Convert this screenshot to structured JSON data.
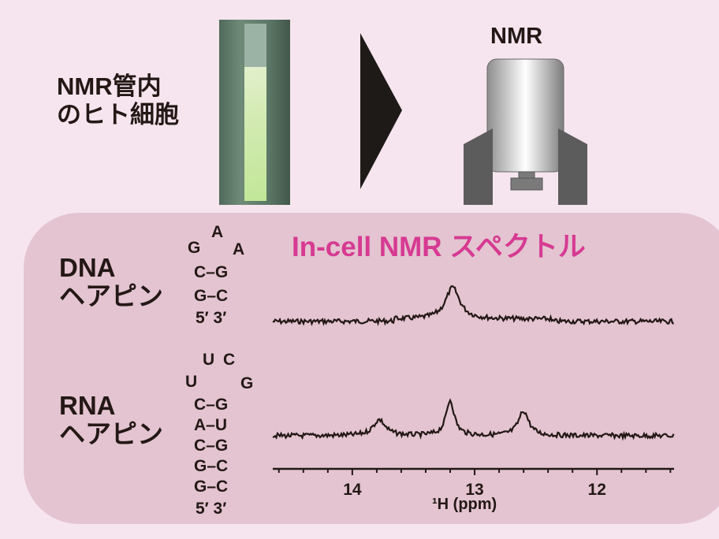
{
  "top": {
    "sample_label_line1": "NMR管内",
    "sample_label_line2": "のヒト細胞",
    "instrument_label": "NMR"
  },
  "panel": {
    "title": "In-cell NMR スペクトル",
    "dna_label_line1": "DNA",
    "dna_label_line2": "ヘアピン",
    "rna_label_line1": "RNA",
    "rna_label_line2": "ヘアピン",
    "dna_seq": {
      "loop_top": "A",
      "loop_left": "G",
      "loop_right": "A",
      "pairs": [
        "C–G",
        "G–C"
      ],
      "ends": "5′  3′"
    },
    "rna_seq": {
      "loop_u": "U",
      "loop_c": "C",
      "loop_left": "U",
      "loop_right": "G",
      "pairs": [
        "C–G",
        "A–U",
        "C–G",
        "G–C",
        "G–C"
      ],
      "ends": "5′  3′"
    }
  },
  "colors": {
    "title": "#d63a92",
    "panel": "#e3c4d0",
    "background": "#f6e5ee",
    "trace": "#231815"
  },
  "chart_data": {
    "type": "line",
    "xlabel": "¹H (ppm)",
    "xlim": [
      14.65,
      11.37
    ],
    "ticks": [
      "14",
      "13",
      "12"
    ],
    "tick_values": [
      14,
      13,
      12
    ],
    "minor_tick_step": 0.2,
    "series": [
      {
        "name": "DNA hairpin",
        "peaks": [
          {
            "ppm": 13.18,
            "height": 1.0,
            "width": 0.07
          }
        ]
      },
      {
        "name": "RNA hairpin",
        "peaks": [
          {
            "ppm": 13.78,
            "height": 0.45,
            "width": 0.06
          },
          {
            "ppm": 13.2,
            "height": 1.0,
            "width": 0.04
          },
          {
            "ppm": 12.6,
            "height": 0.7,
            "width": 0.05
          }
        ]
      }
    ]
  }
}
